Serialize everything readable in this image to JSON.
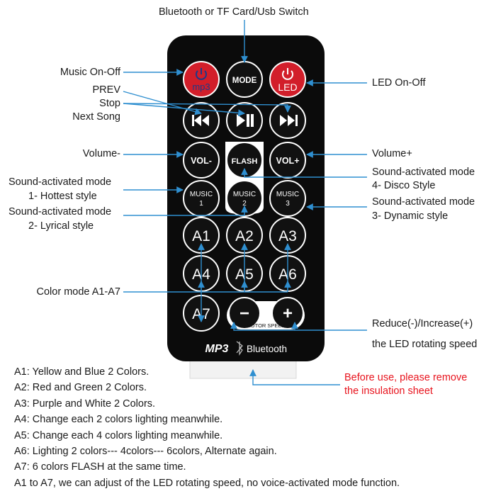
{
  "labels": {
    "top": "Bluetooth or TF Card/Usb Switch",
    "music_onoff": "Music On-Off",
    "led_onoff": "LED On-Off",
    "prev": "PREV",
    "stop": "Stop",
    "next": "Next Song",
    "vol_minus": "Volume-",
    "vol_plus": "Volume+",
    "sam1_a": "Sound-activated mode",
    "sam1_b": "1- Hottest style",
    "sam4_a": "Sound-activated mode",
    "sam4_b": "4- Disco Style",
    "sam2_a": "Sound-activated mode",
    "sam2_b": "2- Lyrical style",
    "sam3_a": "Sound-activated mode",
    "sam3_b": "3- Dynamic style",
    "color_mode": "Color mode A1-A7",
    "reduce_a": "Reduce(-)/Increase(+)",
    "reduce_b": "the LED rotating speed",
    "warn_a": "Before use, please remove",
    "warn_b": "the insulation sheet"
  },
  "remote": {
    "mp3_power": "mp3",
    "mode": "MODE",
    "led": "LED",
    "vol_minus": "VOL-",
    "flash": "FLASH",
    "vol_plus": "VOL+",
    "music": "MUSIC",
    "music_nums": [
      "1",
      "2",
      "3"
    ],
    "a_buttons": [
      "A1",
      "A2",
      "A3",
      "A4",
      "A5",
      "A6",
      "A7"
    ],
    "minus": "−",
    "plus": "+",
    "motor_speep": "MOTOR SPEEP",
    "brand": "MP3",
    "bluetooth": "Bluetooth"
  },
  "notes": [
    "A1: Yellow and Blue 2 Colors.",
    "A2: Red and Green 2 Colors.",
    "A3: Purple and White 2 Colors.",
    "A4: Change each 2 colors lighting meanwhile.",
    "A5: Change each 4 colors lighting meanwhile.",
    "A6: Lighting 2 colors--- 4colors--- 6colors, Alternate again.",
    "A7: 6 colors FLASH at the same time.",
    "A1 to A7, we can adjust of the LED rotating speed, no voice-activated mode function."
  ],
  "colors": {
    "remote_body": "#0b0b0b",
    "button_black": "#111111",
    "button_red": "#d21e2a",
    "arrow": "#2f8fd0",
    "warning": "#e8141e"
  }
}
